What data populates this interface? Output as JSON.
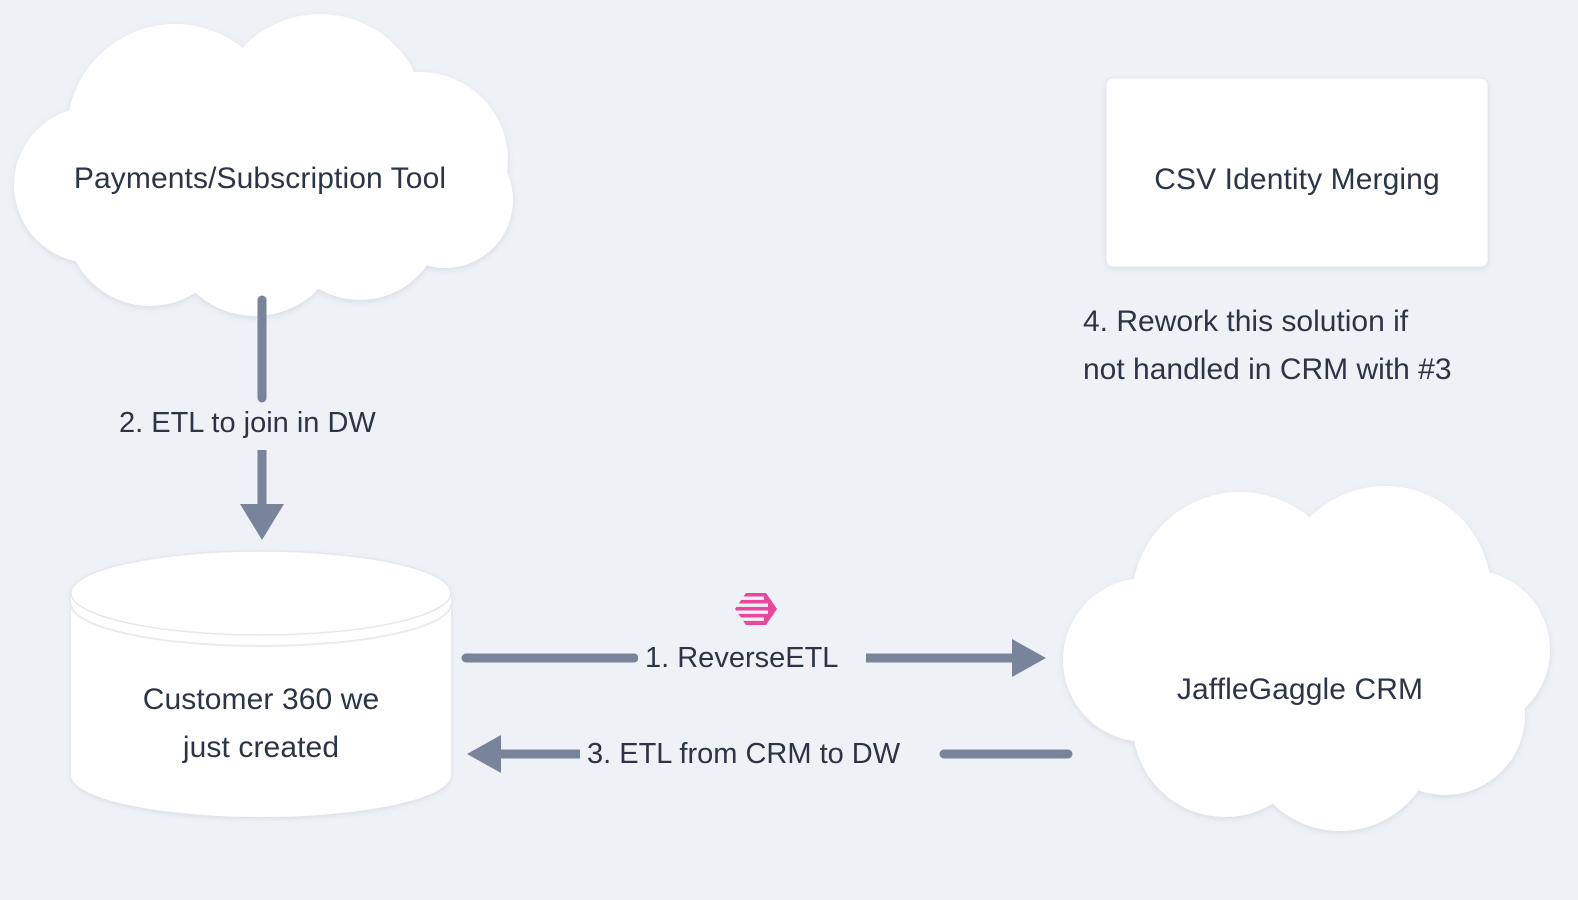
{
  "diagram": {
    "background_color": "#eef1f5",
    "text_color": "#2c3545",
    "shape_fill": "#ffffff",
    "arrow_color": "#77849a",
    "accent_color": "#e83e8c"
  },
  "nodes": {
    "payments_cloud": {
      "label": "Payments/Subscription Tool",
      "shape": "cloud"
    },
    "csv_box": {
      "label": "CSV Identity Merging",
      "shape": "rectangle"
    },
    "warehouse_cylinder": {
      "label": "Customer 360 we\njust created",
      "shape": "cylinder"
    },
    "crm_cloud": {
      "label": "JaffleGaggle CRM",
      "shape": "cloud"
    }
  },
  "edges": {
    "etl_join": {
      "label": "2. ETL to join in DW",
      "direction": "down"
    },
    "reverse_etl": {
      "label": "1. ReverseETL",
      "direction": "right"
    },
    "etl_from_crm": {
      "label": "3. ETL from CRM to DW",
      "direction": "left"
    }
  },
  "notes": {
    "rework_note": "4. Rework this solution if\nnot handled in CRM with #3"
  },
  "icons": {
    "hightouch_logo": "hightouch-logo-icon"
  }
}
